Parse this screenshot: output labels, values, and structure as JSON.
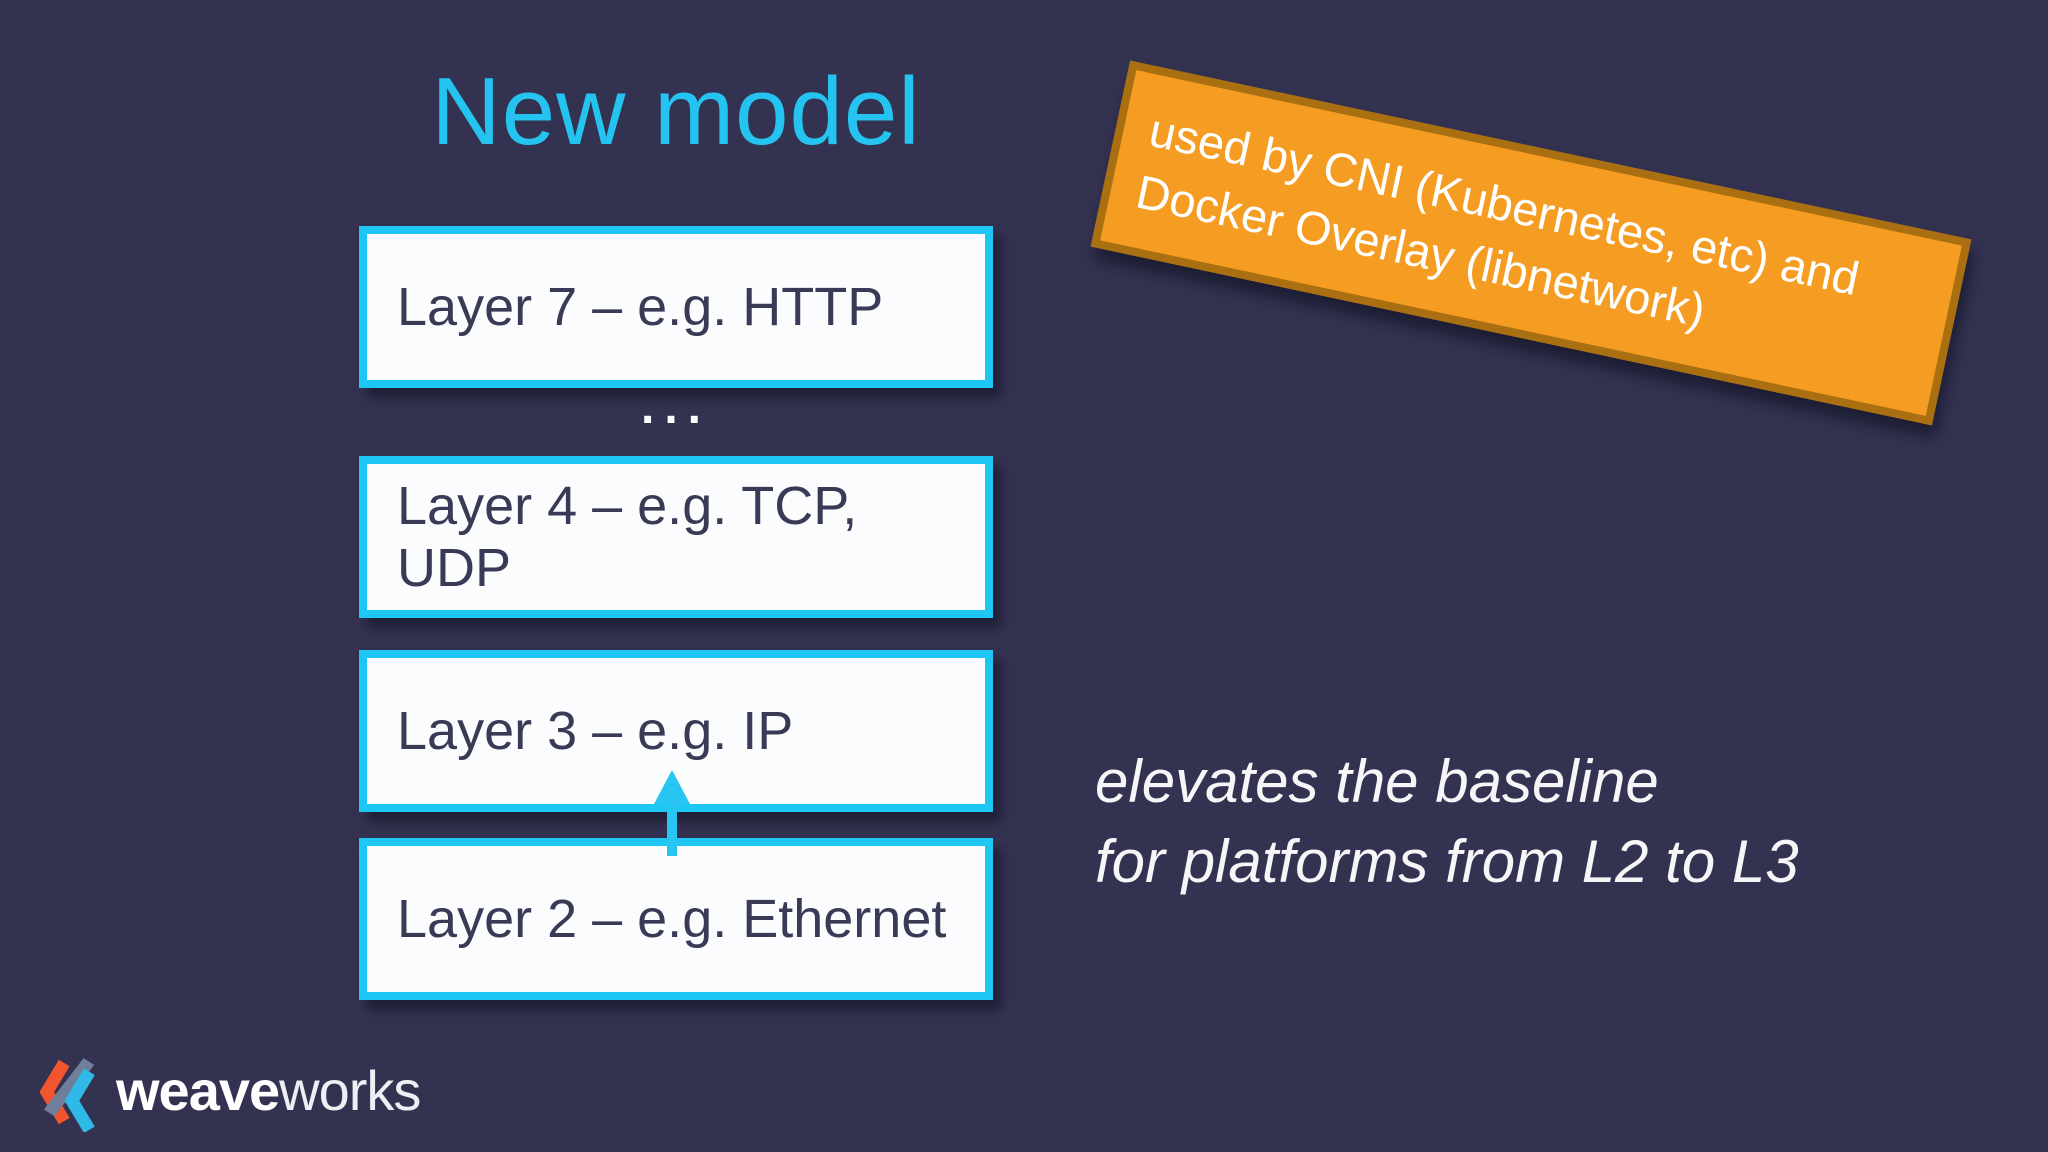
{
  "slide": {
    "title": "New model",
    "stack": {
      "ellipsis": "...",
      "layers": [
        "Layer 7 – e.g. HTTP",
        "Layer 4 – e.g. TCP, UDP",
        "Layer 3 – e.g. IP",
        "Layer 2 – e.g. Ethernet"
      ]
    },
    "banner": {
      "line1": "used by CNI (Kubernetes, etc) and",
      "line2": "Docker Overlay (libnetwork)"
    },
    "annotation": {
      "line1": "elevates the baseline",
      "line2": "for platforms from L2 to L3"
    },
    "logo": {
      "bold": "weave",
      "light": "works"
    },
    "colors": {
      "background": "#343251",
      "accent_cyan": "#25C3F0",
      "box_fill": "#FBFCFE",
      "box_text": "#3B3A56",
      "banner_fill": "#F59C23",
      "banner_border": "#A96F10",
      "text_white": "#FFFFFF",
      "logo_orange": "#F1552D",
      "logo_cyan": "#2FB9E6",
      "logo_gray": "#6F7E9B"
    }
  }
}
